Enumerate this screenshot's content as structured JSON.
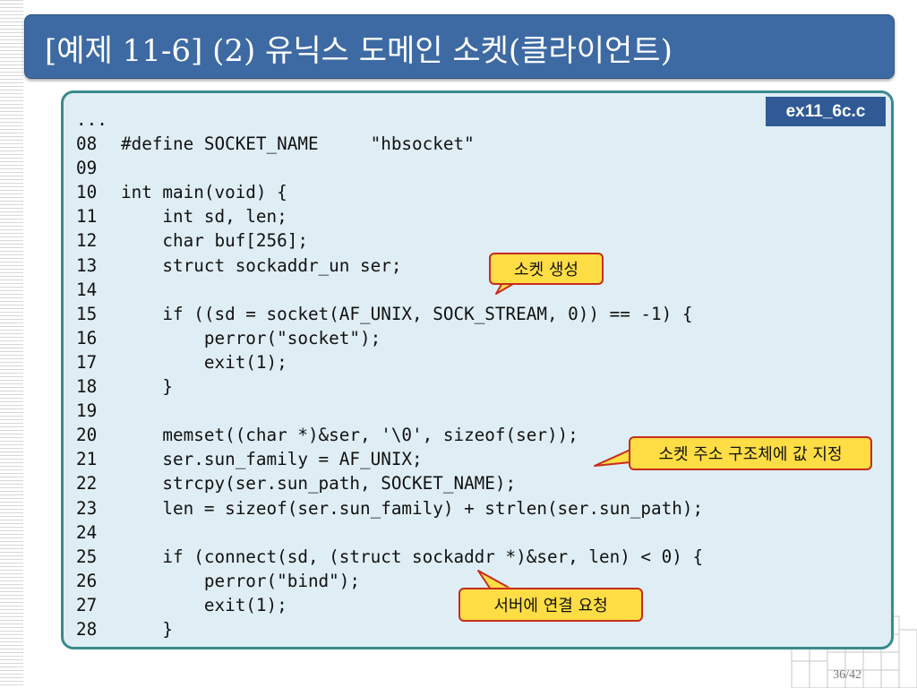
{
  "slide": {
    "title": "[예제 11-6] (2) 유닉스 도메인 소켓(클라이언트)",
    "file_tab": "ex11_6c.c",
    "page_number": "36/42"
  },
  "code_lines": [
    {
      "num": "...",
      "text": ""
    },
    {
      "num": "08",
      "text": "#define SOCKET_NAME     \"hbsocket\""
    },
    {
      "num": "09",
      "text": ""
    },
    {
      "num": "10",
      "text": "int main(void) {"
    },
    {
      "num": "11",
      "text": "    int sd, len;"
    },
    {
      "num": "12",
      "text": "    char buf[256];"
    },
    {
      "num": "13",
      "text": "    struct sockaddr_un ser;"
    },
    {
      "num": "14",
      "text": ""
    },
    {
      "num": "15",
      "text": "    if ((sd = socket(AF_UNIX, SOCK_STREAM, 0)) == -1) {"
    },
    {
      "num": "16",
      "text": "        perror(\"socket\");"
    },
    {
      "num": "17",
      "text": "        exit(1);"
    },
    {
      "num": "18",
      "text": "    }"
    },
    {
      "num": "19",
      "text": ""
    },
    {
      "num": "20",
      "text": "    memset((char *)&ser, '\\0', sizeof(ser));"
    },
    {
      "num": "21",
      "text": "    ser.sun_family = AF_UNIX;"
    },
    {
      "num": "22",
      "text": "    strcpy(ser.sun_path, SOCKET_NAME);"
    },
    {
      "num": "23",
      "text": "    len = sizeof(ser.sun_family) + strlen(ser.sun_path);"
    },
    {
      "num": "24",
      "text": ""
    },
    {
      "num": "25",
      "text": "    if (connect(sd, (struct sockaddr *)&ser, len) < 0) {"
    },
    {
      "num": "26",
      "text": "        perror(\"bind\");"
    },
    {
      "num": "27",
      "text": "        exit(1);"
    },
    {
      "num": "28",
      "text": "    }"
    }
  ],
  "callouts": {
    "socket_create": "소켓 생성",
    "addr_struct": "소켓 주소 구조체에 값 지정",
    "connect_request": "서버에 연결 요청"
  },
  "colors": {
    "title_bg": "#3d6aa3",
    "code_bg": "#dfeef4",
    "code_border": "#3a8a8e",
    "tab_bg": "#2f5a95",
    "callout_bg": "#ffdd45",
    "callout_border": "#c72c1e"
  }
}
